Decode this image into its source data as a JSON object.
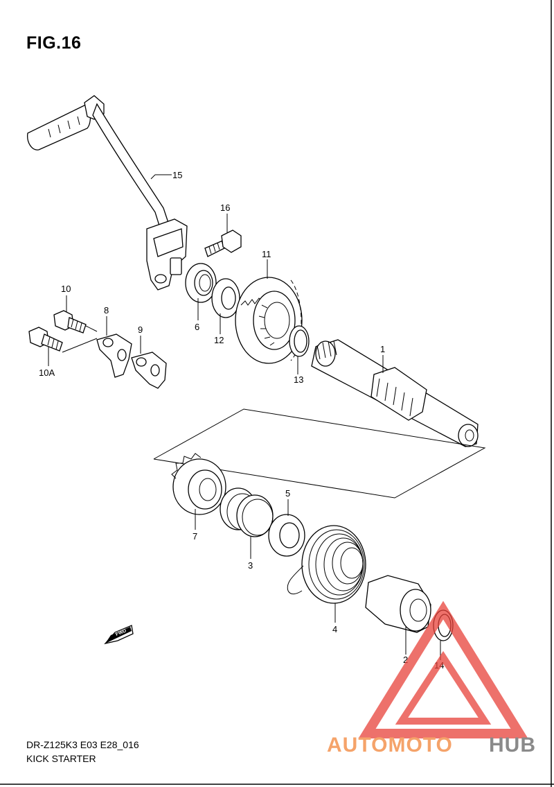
{
  "figure": {
    "title": "FIG.16",
    "model_code": "DR-Z125K3 E03 E28_016",
    "section_name": "KICK STARTER"
  },
  "callouts": {
    "p1": "1",
    "p2": "2",
    "p3": "3",
    "p4": "4",
    "p5": "5",
    "p6": "6",
    "p7": "7",
    "p8": "8",
    "p9": "9",
    "p10": "10",
    "p10a": "10A",
    "p11": "11",
    "p12": "12",
    "p13": "13",
    "p14": "14",
    "p15": "15",
    "p16": "16"
  },
  "direction_marker": {
    "label": "FWD"
  },
  "watermark": {
    "part_a": "AUTOMOTO",
    "part_b": "HUB",
    "color_a": "#f5a36a",
    "color_b": "#8a8a8a",
    "logo_color": "#e8423a"
  }
}
